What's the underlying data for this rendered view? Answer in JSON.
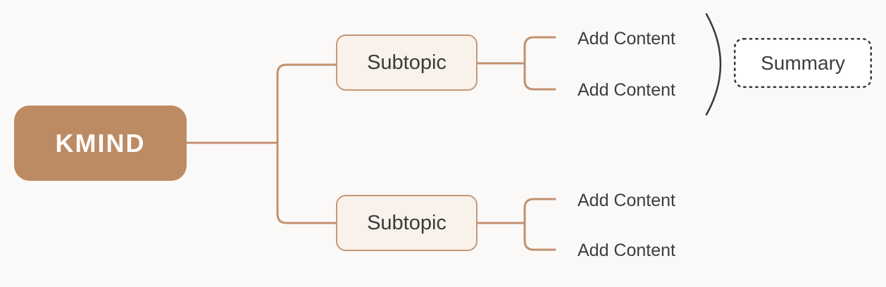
{
  "canvas": {
    "description": "KMIND mind map canvas"
  },
  "colors": {
    "background": "#faf9f8",
    "root_fill": "#bc8b64",
    "root_text": "#ffffff",
    "connector": "#c2916e",
    "subtopic_fill": "#f8f2eb",
    "subtopic_border": "#c59878",
    "subtopic_text": "#3b3b3b",
    "placeholder_text": "#3d3d3d",
    "summary_border": "#3a3a3a",
    "summary_fill": "#ffffff",
    "summary_text": "#3d3d3d"
  },
  "nodes": {
    "root": {
      "label": "KMIND"
    },
    "subtopic_top": {
      "label": "Subtopic"
    },
    "subtopic_bottom": {
      "label": "Subtopic"
    },
    "placeholders": [
      {
        "label": "Add Content"
      },
      {
        "label": "Add Content"
      },
      {
        "label": "Add Content"
      },
      {
        "label": "Add Content"
      }
    ],
    "summary": {
      "label": "Summary"
    }
  }
}
